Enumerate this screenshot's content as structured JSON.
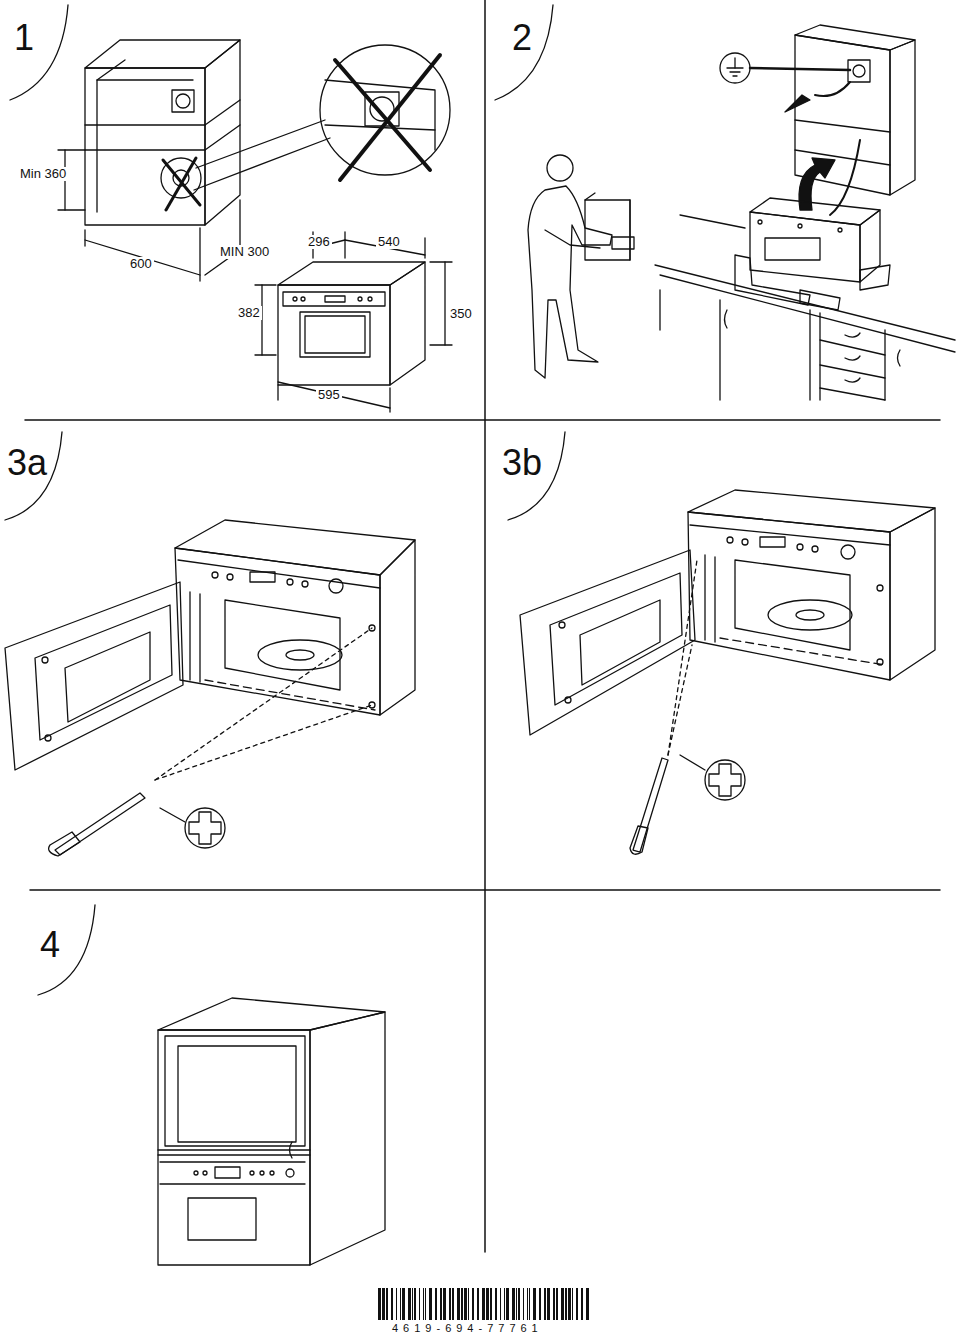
{
  "diagram": {
    "labels": [
      "1",
      "2",
      "3a",
      "3b",
      "4",
      "Min 360",
      "600",
      "MIN 300",
      "296",
      "540",
      "382",
      "350",
      "595",
      "4619-694-77761"
    ]
  }
}
